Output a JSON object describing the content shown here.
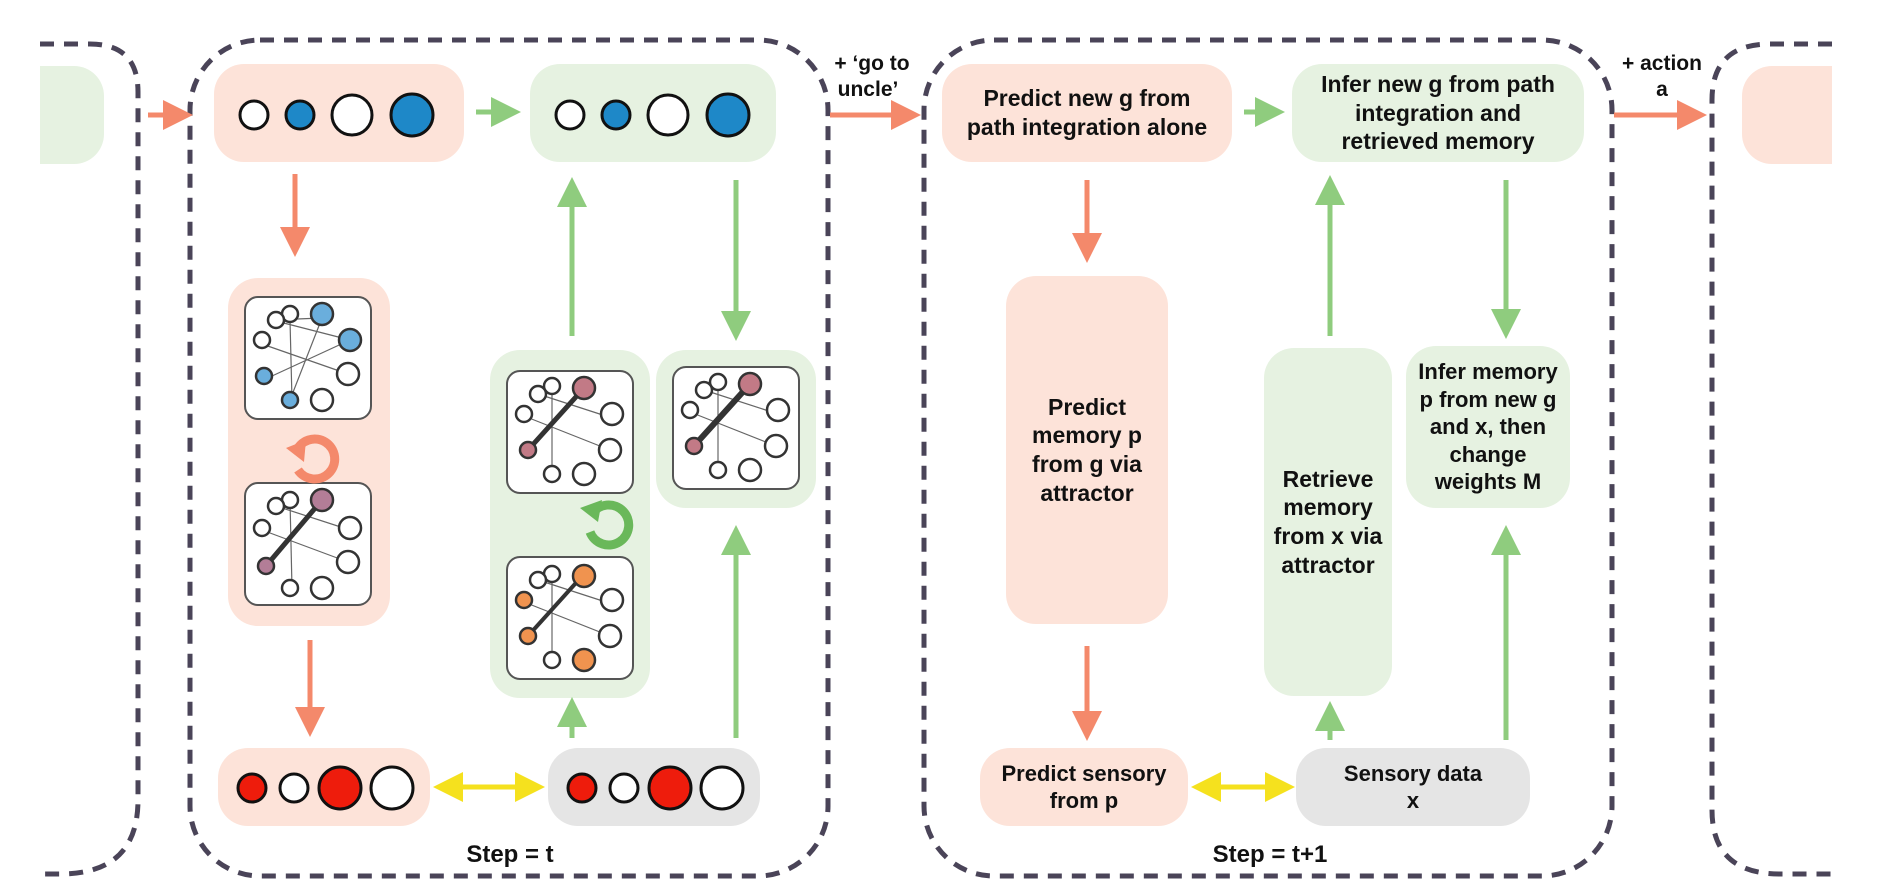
{
  "labels": {
    "go_to_uncle": [
      "+ ‘go to",
      "uncle’"
    ],
    "action_a": [
      "+ action",
      "a"
    ],
    "step_t": "Step = t",
    "step_t1": "Step = t+1",
    "predict_g": [
      "Predict new g from",
      "path integration alone"
    ],
    "infer_g": [
      "Infer new g from path",
      "integration and",
      "retrieved memory"
    ],
    "predict_p": [
      "Predict",
      "memory p",
      "from g via",
      "attractor"
    ],
    "retrieve": [
      "Retrieve",
      "memory",
      "from x via",
      "attractor"
    ],
    "infer_p": [
      "Infer memory",
      "p from new g",
      "and x, then",
      "change",
      "weights M"
    ],
    "predict_sensory": [
      "Predict sensory",
      "from p"
    ],
    "sensory": [
      "Sensory data",
      "x"
    ]
  },
  "colors": {
    "salmon_box": "#fde3d9",
    "green_box": "#e6f2e1",
    "grey_box": "#e5e5e5",
    "orange_arrow": "#f4896b",
    "green_arrow": "#8fcc7e",
    "yellow_arrow": "#f5e11e",
    "blue_node": "#1e88c8",
    "red_node": "#ee1c0c",
    "dashed_border": "#4a4458"
  }
}
